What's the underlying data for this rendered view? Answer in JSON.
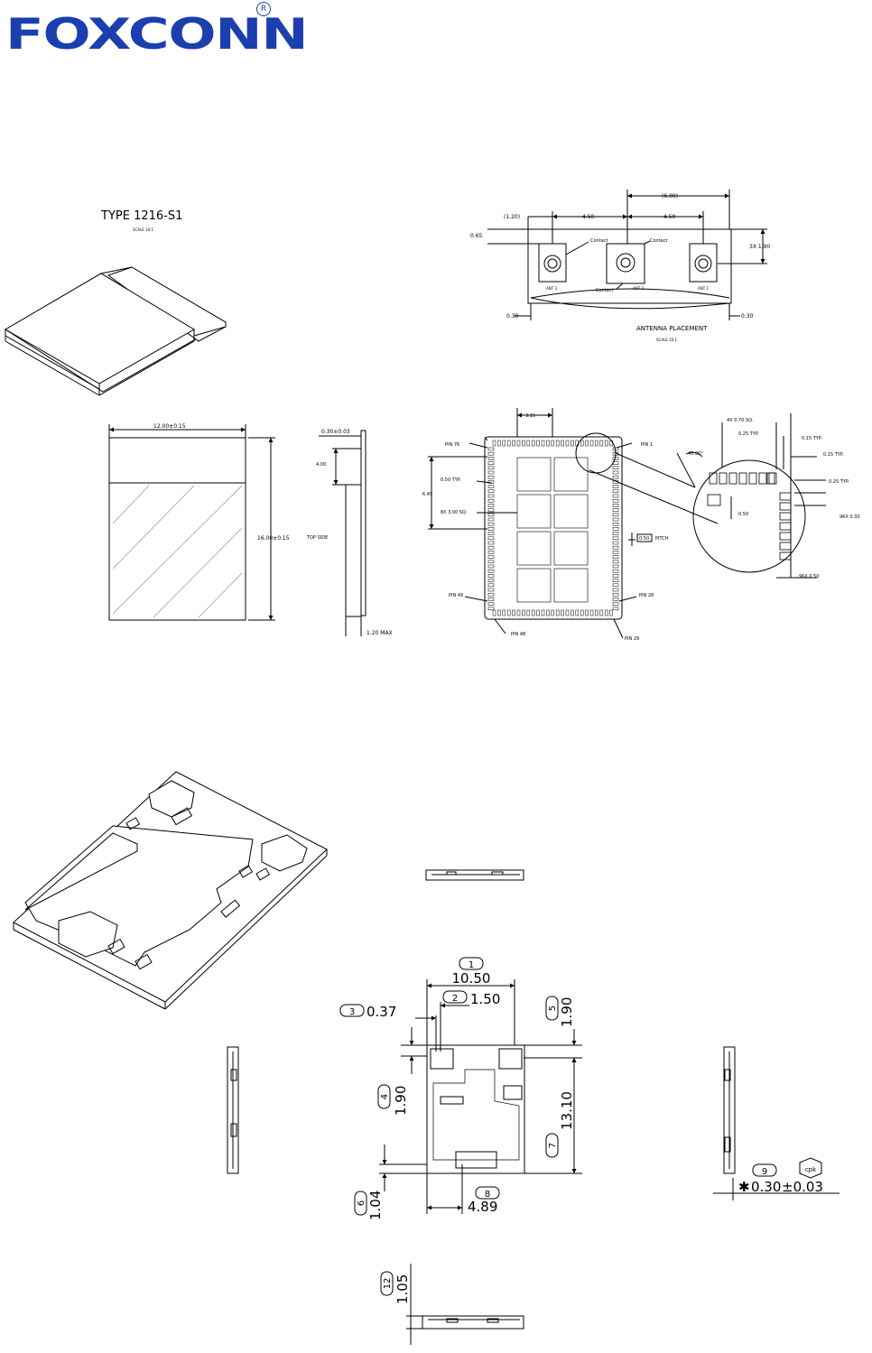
{
  "brand": {
    "logo_text": "FOXCONN",
    "reg_mark": "R",
    "color": "#1b3fae"
  },
  "drawing1": {
    "title": "TYPE 1216-S1",
    "scale_top": "SCALE 10:1",
    "antenna": {
      "dim_6_00": "(6.00)",
      "dim_1_20": "(1.20)",
      "dim_4_50_a": "4.50",
      "dim_4_50_b": "4.50",
      "dim_0_65": "0.65",
      "dim_3x_1_90": "3X 1.90",
      "dim_0_30_left": "0.30",
      "dim_0_30_right": "0.30",
      "contact": "Contact",
      "ant3": "ANT 3",
      "ant2": "ANT 2",
      "ant1": "ANT 1",
      "title": "ANTENNA PLACEMENT",
      "scale": "SCALE 10:1"
    },
    "outline": {
      "width": "12.00±0.15",
      "height": "16.00±0.15",
      "thk": "0.30±0.03",
      "dim_4_00": "4.00",
      "top_side": "TOP SIDE",
      "max": "1.20 MAX"
    },
    "pinout": {
      "dim_3_15": "3.15",
      "pin76": "PIN 76",
      "pin1": "PIN 1",
      "dim_0_50_typ": "0.50 TYP.",
      "dim_6_45": "6.45",
      "sq8": "8X 3.00 SQ.",
      "pitch_val": "0.50",
      "pitch": "PITCH",
      "pin49": "PIN 49",
      "pin28": "PIN 28",
      "pin48": "PIN 48",
      "pin29": "PIN 29",
      "sq4": "4X 0.70 SQ.",
      "dim_0_25_typ": "0.25 TYP.",
      "dim_0_15_typ_a": "0.15 TYP.",
      "dim_0_15_typ_b": "0.15 TYP.",
      "angle": "45.00°",
      "dim_0_25_typ_b": "0.25 TYP.",
      "dim_0_50": "0.50",
      "dim_96x_0_30": "96X 0.30",
      "dim_96x_0_50": "96X 0.50"
    }
  },
  "drawing2": {
    "b1": "1",
    "v1": "10.50",
    "b2": "2",
    "v2": "1.50",
    "b3": "3",
    "v3": "0.37",
    "b4": "4",
    "v4": "1.90",
    "b5": "5",
    "v5": "1.90",
    "b6": "6",
    "v6": "1.04",
    "b7": "7",
    "v7": "13.10",
    "b8": "8",
    "v8": "4.89",
    "b9": "9",
    "v9": "0.30",
    "tol9": "±0.03",
    "cpk": "cpk",
    "star": "✱",
    "b12": "12",
    "v12": "1.05"
  }
}
